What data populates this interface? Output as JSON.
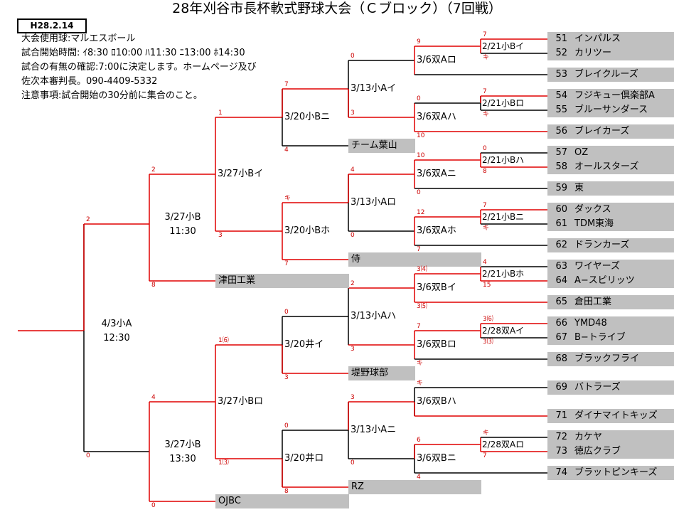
{
  "title": "28年刈谷市長杯軟式野球大会（Ｃブロック）（7回戦）",
  "date": "H28.2.14",
  "info": [
    "大会使用球:マルエスボール",
    "試合開始時間: ｲ8:30  ﾛ10:00  ﾊ11:30  ﾆ13:00  ﾎ14:30",
    "試合の有無の確認:7:00に決定します。ホームページ及び",
    "佐次本審判長。090-4409-5332",
    "注意事項:試合開始の30分前に集合のこと。"
  ],
  "teams": [
    {
      "no": "51",
      "name": "インパルス"
    },
    {
      "no": "52",
      "name": "カリツー"
    },
    {
      "no": "53",
      "name": "ブレイクルーズ"
    },
    {
      "no": "54",
      "name": "フジキュー倶楽部A"
    },
    {
      "no": "55",
      "name": "ブルーサンダース"
    },
    {
      "no": "56",
      "name": "ブレイカーズ"
    },
    {
      "no": "57",
      "name": "OZ"
    },
    {
      "no": "58",
      "name": "オールスターズ"
    },
    {
      "no": "59",
      "name": "東"
    },
    {
      "no": "60",
      "name": "ダックス"
    },
    {
      "no": "61",
      "name": "TDM東海"
    },
    {
      "no": "62",
      "name": "ドランカーズ"
    },
    {
      "no": "63",
      "name": "ワイヤーズ"
    },
    {
      "no": "64",
      "name": "A−スピリッツ"
    },
    {
      "no": "65",
      "name": "倉田工業"
    },
    {
      "no": "66",
      "name": "YMD48"
    },
    {
      "no": "67",
      "name": "B−トライブ"
    },
    {
      "no": "68",
      "name": "ブラックフライ"
    },
    {
      "no": "69",
      "name": "バトラーズ"
    },
    {
      "no": "71",
      "name": "ダイナマイトキッズ"
    },
    {
      "no": "72",
      "name": "カケヤ"
    },
    {
      "no": "73",
      "name": "徳広クラブ"
    },
    {
      "no": "74",
      "name": "ブラットピンキーズ"
    }
  ],
  "r1": [
    "2/21小Bイ",
    "2/21小Bロ",
    "2/21小Bハ",
    "2/21小Bニ",
    "2/21小Bホ",
    "2/28双Aイ",
    "2/28双Aロ"
  ],
  "r2": [
    "3/6双Aロ",
    "3/6双Aハ",
    "3/6双Aニ",
    "3/6双Aホ",
    "3/6双Bイ",
    "3/6双Bロ",
    "3/6双Bハ",
    "3/6双Bニ"
  ],
  "r3": [
    "3/13小Aイ",
    "3/13小Aロ",
    "3/13小Aハ",
    "3/13小Aニ"
  ],
  "r4": [
    "3/20小Bニ",
    "3/20小Bホ",
    "3/20井イ",
    "3/20井ロ"
  ],
  "r5": [
    "3/27小Bイ",
    "3/27小Bロ"
  ],
  "seeds": [
    "チーム葉山",
    "侍",
    "堤野球部",
    "RZ",
    "津田工業",
    "OJBC"
  ],
  "semi": [
    {
      "a": "3/27小B",
      "b": "11:30"
    },
    {
      "a": "3/27小B",
      "b": "13:30"
    }
  ],
  "final": {
    "a": "4/3小A",
    "b": "12:30"
  },
  "scores": [
    "9",
    "7",
    "キ",
    "0",
    "7",
    "キ",
    "0",
    "10",
    "0",
    "8",
    "12",
    "キ",
    "7",
    "4",
    "15",
    "3⑷",
    "3⑸",
    "3⑹",
    "3⑶",
    "キ",
    "7",
    "キ",
    "7",
    "3",
    "6",
    "4",
    "7",
    "3",
    "4",
    "キ",
    "0",
    "7",
    "0",
    "3",
    "0",
    "3",
    "0",
    "8",
    "1",
    "3",
    "1⑹",
    "1⑶",
    "2",
    "8",
    "4",
    "0",
    "2",
    "0"
  ],
  "colors": {
    "win": "#e00000",
    "line": "#000000",
    "box": "#c0c0c0",
    "score": "#cc0000"
  }
}
